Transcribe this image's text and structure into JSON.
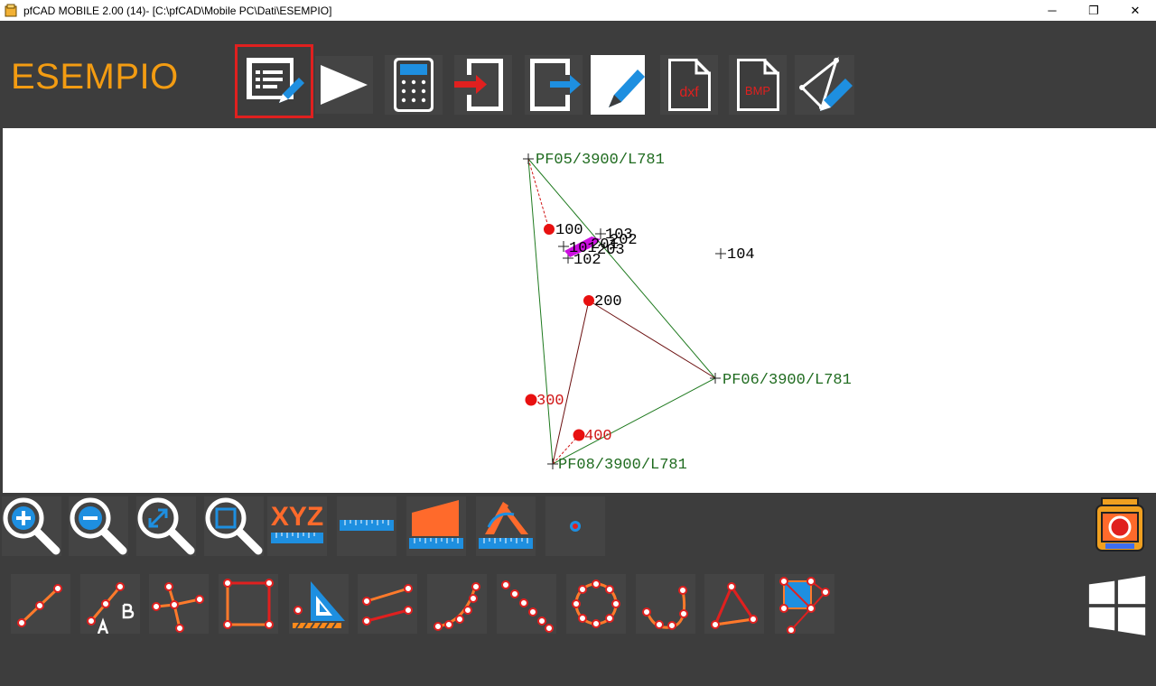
{
  "window": {
    "title": "pfCAD MOBILE 2.00 (14)- [C:\\pfCAD\\Mobile PC\\Dati\\ESEMPIO]",
    "minimize": "─",
    "restore": "❐",
    "close": "✕"
  },
  "project": {
    "name": "ESEMPIO"
  },
  "toolbar": {
    "buttons": [
      {
        "name": "edit-list",
        "icon": "list-edit-icon",
        "selected": true
      },
      {
        "name": "play",
        "icon": "play-icon"
      },
      {
        "name": "calculator",
        "icon": "calculator-icon"
      },
      {
        "name": "import",
        "icon": "import-icon"
      },
      {
        "name": "export",
        "icon": "export-icon"
      },
      {
        "name": "edit",
        "icon": "pencil-icon"
      },
      {
        "name": "dxf",
        "icon": "dxf-file-icon",
        "label": "dxf"
      },
      {
        "name": "bmp",
        "icon": "bmp-file-icon",
        "label": "BMP"
      },
      {
        "name": "draw",
        "icon": "draw-triangle-icon"
      }
    ]
  },
  "drawing": {
    "labels": {
      "pf05": "PF05/3900/L781",
      "pf06": "PF06/3900/L781",
      "pf08": "PF08/3900/L781",
      "p100": "100",
      "p103": "103",
      "p202": "202",
      "p101": "101",
      "p201": "201",
      "p203": "203",
      "p102": "102",
      "p104": "104",
      "p200": "200",
      "p300": "300",
      "p400": "400"
    }
  },
  "bottom_tools": {
    "row1": [
      "zoom-in-icon",
      "zoom-out-icon",
      "zoom-extent-icon",
      "zoom-window-icon",
      "xyz-coordinates-icon",
      "measure-distance-icon",
      "measure-area-icon",
      "measure-angle-icon",
      "point-icon"
    ],
    "xyz_label": "XYZ",
    "row2": [
      "line-icon",
      "line-ab-icon",
      "polyline-branch-icon",
      "rectangle-icon",
      "triangle-ruler-icon",
      "parallel-lines-icon",
      "curve-icon",
      "dotted-line-icon",
      "circle-icon",
      "arc-icon",
      "triangle-icon",
      "polygon-icon"
    ]
  },
  "colors": {
    "accent": "#f39c12",
    "selected_border": "#e0201f",
    "icon_blue": "#1e8fe0",
    "tool_orange": "#ff6a2b"
  }
}
